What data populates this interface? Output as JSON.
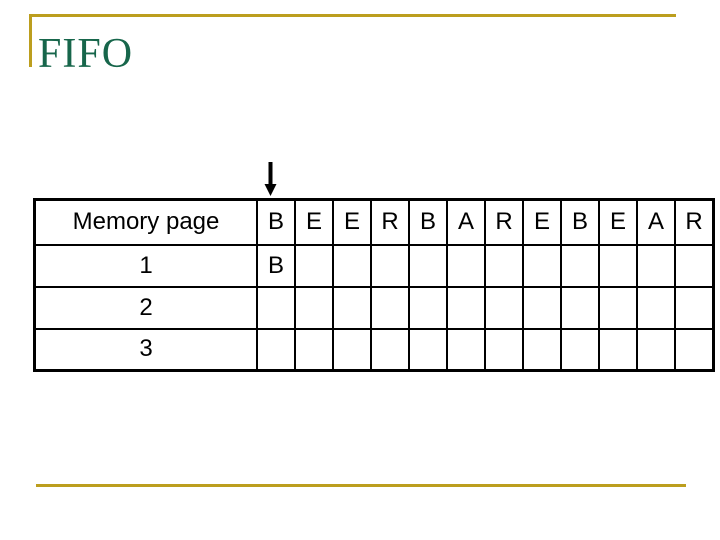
{
  "slide": {
    "title": "FIFO",
    "colors": {
      "accent_gold": "#BC9E1E",
      "title_green": "#17664B",
      "highlight_purple": "#B97FD6",
      "table_border": "#000000"
    }
  },
  "icons": {
    "pointer": "down-arrow"
  },
  "table": {
    "header_label": "Memory page",
    "reference_string": [
      "B",
      "E",
      "E",
      "R",
      "B",
      "A",
      "R",
      "E",
      "B",
      "E",
      "A",
      "R"
    ],
    "rows": [
      {
        "label": "1",
        "cells": [
          "B",
          "",
          "",
          "",
          "",
          "",
          "",
          "",
          "",
          "",
          "",
          ""
        ]
      },
      {
        "label": "2",
        "cells": [
          "",
          "",
          "",
          "",
          "",
          "",
          "",
          "",
          "",
          "",
          "",
          ""
        ]
      },
      {
        "label": "3",
        "cells": [
          "",
          "",
          "",
          "",
          "",
          "",
          "",
          "",
          "",
          "",
          "",
          ""
        ]
      }
    ],
    "highlighted_cell": {
      "row": 0,
      "col": 0
    },
    "pointer_column": 0
  }
}
